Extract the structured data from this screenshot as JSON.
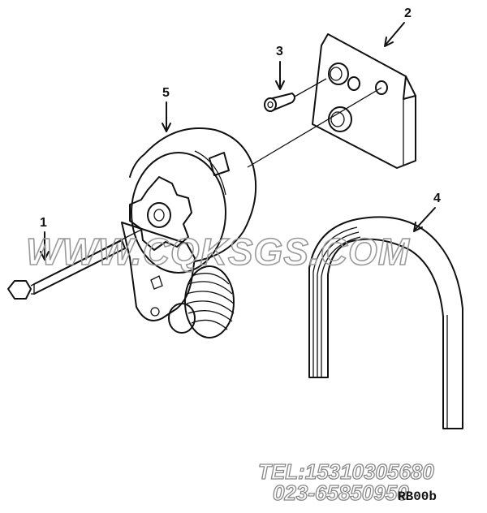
{
  "callouts": [
    "1",
    "2",
    "3",
    "4",
    "5"
  ],
  "parts": {
    "bolt": "1",
    "mounting_plate": "2",
    "screw": "3",
    "belt": "4",
    "tensioner": "5"
  },
  "watermark": {
    "site": "WWW.CQKSGS.COM",
    "tel": "TEL:15310305680",
    "phone": "023-65850950"
  },
  "figure_code": "RB00b",
  "colors": {
    "line": "#111111",
    "watermark": "#9a9a9a",
    "background": "#ffffff"
  }
}
